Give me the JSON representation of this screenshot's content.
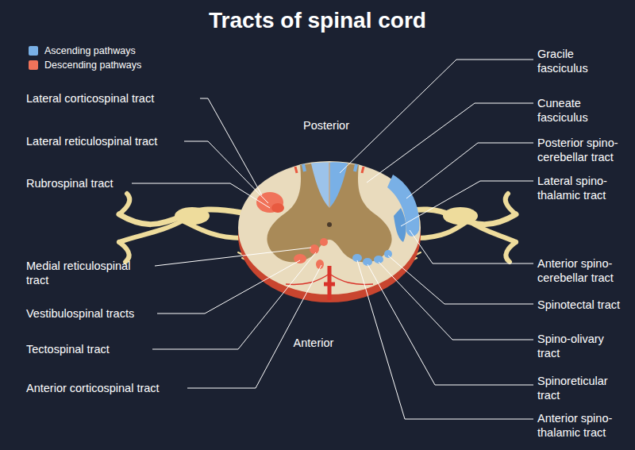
{
  "diagram": {
    "title": "Tracts of spinal cord",
    "labels": [
      "Lateral corticospinal tract",
      "Lateral reticulospinal tract",
      "Rubrospinal tract",
      "Medial reticulospinal tract",
      "Vestibulospinal tracts",
      "Tectospinal tract",
      "Anterior corticospinal tract",
      "Gracile fasciculus",
      "Cuneate fasciculus",
      "Posterior spino- cerebellar tract",
      "Lateral spino- thalamic tract",
      "Anterior spino- cerebellar tract",
      "Spinotectal tract",
      "Spino-olivary tract",
      "Spinoreticular tract",
      "Anterior spino- thalamic tract",
      "Posterior",
      "Anterior"
    ],
    "legend": [
      {
        "text": "Ascending pathways",
        "color": "#79b0e6"
      },
      {
        "text": "Descending pathways",
        "color": "#f0735a"
      }
    ]
  }
}
